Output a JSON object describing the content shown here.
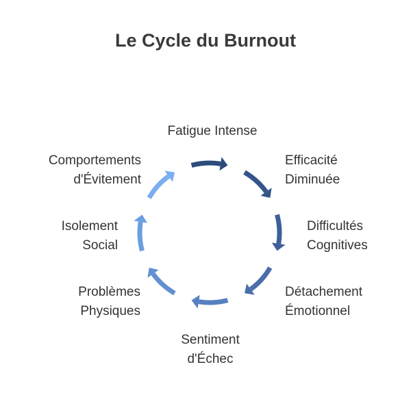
{
  "title": "Le Cycle du Burnout",
  "stages": [
    {
      "lines": [
        "Fatigue Intense"
      ],
      "color": "#2c4a7c"
    },
    {
      "lines": [
        "Efficacité",
        "Diminuée"
      ],
      "color": "#34548a"
    },
    {
      "lines": [
        "Difficultés",
        "Cognitives"
      ],
      "color": "#3f5f98"
    },
    {
      "lines": [
        "Détachement",
        "Émotionnel"
      ],
      "color": "#4a6eaa"
    },
    {
      "lines": [
        "Sentiment",
        "d'Échec"
      ],
      "color": "#5680c0"
    },
    {
      "lines": [
        "Problèmes",
        "Physiques"
      ],
      "color": "#6290d2"
    },
    {
      "lines": [
        "Isolement",
        "Social"
      ],
      "color": "#6c9ee0"
    },
    {
      "lines": [
        "Comportements",
        "d'Évitement"
      ],
      "color": "#7aaef0"
    }
  ]
}
